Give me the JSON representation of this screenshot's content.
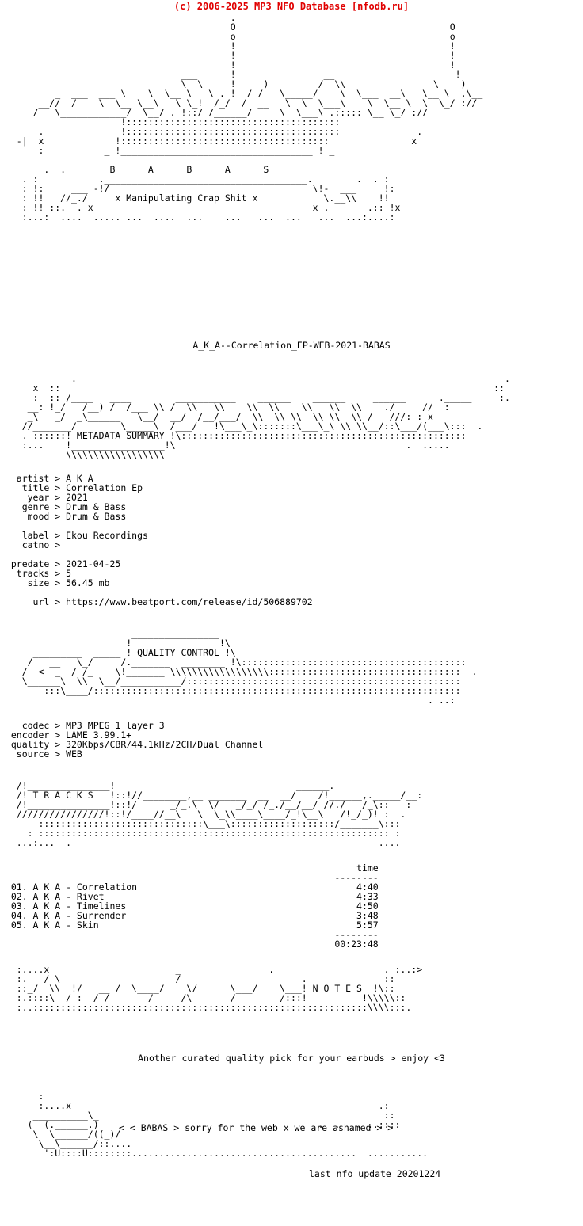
{
  "header": {
    "copyright": "(c) 2006-2025 MP3 NFO Database [nfodb.ru]",
    "color": "#e00000"
  },
  "logo": {
    "group_letters": "B A B A S",
    "tagline": "x Manipulating Crap Shit x",
    "ascii": "                                          .\n                                          O                                       O\n                                          o                                       o\n                                          !                                       !\n                                          !                                       !\n                                          !                                       !\n                                 ___      !                __                      !\n                           ____  \\  \\___  !___  )__       /  \\\\__        ____  \\___ )_\n          _  ___  ___ \\    \\  \\__ \\   \\ . !  / /   \\_____/    \\  \\___  __\\   \\__ \\  .\\__\n       __//  /    \\  \\__ \\__\\   \\ \\_!  /_/  /  __   \\  \\  \\___\\    \\  \\__ \\  \\  \\_/ ://\n      /   \\____________/  \\__/ . !::/ /______/     \\  \\___\\ .::::: \\__ \\_/ ://\n                      !:::::::::::::::::::::::::::::::::::::::\n       .              !:::::::::::::::::::::::::::::::::::::::              .\n   -|  x             !::::::::::::::::::::::::::::::::::::::               x\n       :           _ !___________________________________ ! _\n\n        .  .        B      A      B      A      S\n    . :           ._____________________________________.        .  . :\n    : !:     ___ -!/                                     \\!-  ___     !:\n    : !!   //_./     x Manipulating Crap Shit x            \\.__\\\\    !!\n    : !! ::.  . x                                        x .       .:: !x\n    :...:  ....  ..... ...  ....  ...    ...   ...  ...   ...  ...:....:"
  },
  "release": {
    "dirname": "A_K_A--Correlation_EP-WEB-2021-BABAS"
  },
  "sections": {
    "metadata_label": "METADATA SUMMARY",
    "quality_label": "QUALITY CONTROL",
    "tracks_label": "T R A C K S",
    "notes_label": "N O T E S"
  },
  "metadata": {
    "fields": [
      {
        "label": "artist",
        "value": "A K A"
      },
      {
        "label": "title",
        "value": "Correlation Ep"
      },
      {
        "label": "year",
        "value": "2021"
      },
      {
        "label": "genre",
        "value": "Drum & Bass"
      },
      {
        "label": "mood",
        "value": "Drum & Bass"
      },
      {
        "label": "label",
        "value": "Ekou Recordings"
      },
      {
        "label": "catno",
        "value": ""
      },
      {
        "label": "predate",
        "value": "2021-04-25"
      },
      {
        "label": "tracks",
        "value": "5"
      },
      {
        "label": "size",
        "value": "56.45 mb"
      },
      {
        "label": "url",
        "value": "https://www.beatport.com/release/id/506889702"
      }
    ],
    "block": "   artist > A K A\n    title > Correlation Ep\n     year > 2021\n    genre > Drum & Bass\n     mood > Drum & Bass\n\n    label > Ekou Recordings\n    catno >\n\n  predate > 2021-04-25\n   tracks > 5\n     size > 56.45 mb\n\n      url > https://www.beatport.com/release/id/506889702"
  },
  "quality": {
    "fields": [
      {
        "label": "codec",
        "value": "MP3 MPEG 1 layer 3"
      },
      {
        "label": "encoder",
        "value": "LAME 3.99.1+"
      },
      {
        "label": "quality",
        "value": "320Kbps/CBR/44.1kHz/2CH/Dual Channel"
      },
      {
        "label": "source",
        "value": "WEB"
      }
    ],
    "block": "    codec > MP3 MPEG 1 layer 3\n  encoder > LAME 3.99.1+\n  quality > 320Kbps/CBR/44.1kHz/2CH/Dual Channel\n   source > WEB"
  },
  "tracks": {
    "time_header": "time",
    "items": [
      {
        "num": "01.",
        "name": "A K A - Correlation",
        "time": "4:40"
      },
      {
        "num": "02.",
        "name": "A K A - Rivet",
        "time": "4:33"
      },
      {
        "num": "03.",
        "name": "A K A - Timelines",
        "time": "4:50"
      },
      {
        "num": "04.",
        "name": "A K A - Surrender",
        "time": "3:48"
      },
      {
        "num": "05.",
        "name": "A K A - Skin",
        "time": "5:57"
      }
    ],
    "total": "00:23:48",
    "block": "                                                                 time\n                                                             --------\n  01. A K A - Correlation                                        4:40\n  02. A K A - Rivet                                              4:33\n  03. A K A - Timelines                                          4:50\n  04. A K A - Surrender                                          3:48\n  05. A K A - Skin                                               5:57\n                                                             --------\n                                                             00:23:48"
  },
  "notes": {
    "text": "Another curated quality pick for your earbuds > enjoy <3"
  },
  "footer": {
    "greet": "< < BABAS > sorry for the web x we are ashamed > >",
    "last_update": "last nfo update 20201224"
  },
  "ascii": {
    "metadata_banner": "             .                                                                              .\n      x  ::                                                                               ::\n      :  :: /____   ____        ___________    ______    ______     ______      ._____     :.\n     __: !_/   /__) /  /___ \\\\ /  \\\\   \\\\    \\\\  \\\\    \\\\   \\\\  \\\\    ./     //  :\n     _\\   _/  _\\______   \\__/  __/  /__/___/  \\\\  \\\\ \\\\  \\\\ \\\\  \\\\ /   ///: : x\n    //_______/        \\_____\\  /___/   !\\___\\_\\:::::::\\___\\_\\ \\\\ \\\\__/::\\___/(___\\:::  .\n    . ::::::! METADATA SUMMARY !\\::::::::::::::::::::::::::::::::::::::::::::::::::::\n    :...    !_________________!\\                                          .  .....\n            \\\\\\\\\\\\\\\\\\\\\\\\\\\\\\\\\\\\",
    "quality_banner": "                        ________________\n                       !                !\\\n      _________  _____ ! QUALITY CONTROL !\\\n     /   __   \\_/     /._______  ________ !\\:::::::::::::::::::::::::::::::::::::::::\n    /  <  _  / /_    \\!_______ \\\\\\\\\\\\\\\\\\\\\\\\\\\\\\\\\\\\:::::::::::::::::::::::::::::::::::  .\n    \\______\\  \\\\  \\__/___________/::::::::::::::::::::::::::::::::::::::::::::::::::\n        :::\\____/:::::::::::::::::::::::::::::::::::::::::::::::::::::::::::::::::::\n                                                                              . ..:",
    "tracks_banner": "   /!_______________!                                 ______.\n   /! T R A C K S   !::!//________,__ _______  __  __/    /!______,._____/__:\n   /!_______________!::!/      _/_.\\  \\/   _/_/ /_./__/__/ //./   /_\\::   :\n   ////////////////!::!/____//__\\   \\  \\_\\\\____\\____/_!\\__\\   /!_/_)! :  .\n       ::::::::::::::::::::::::::::::\\___\\:::::::::::::::::::/_______\\:::\n     : :::::::::::::::::::::::::::::::::::::::::::::::::::::::::::::::: :\n   ...:...  .                                                        ....",
    "notes_banner": "   :....x                       _                .                    . :..:>\n   :.  _/_\\___        __      __/_  ______     ____    ._________     ::\n   ::_/  \\\\  !/   __ /  \\____/    \\/      \\___/    \\___! N O T E S  !\\::\n   :.::::\\__/_:__/_/_______/_____/\\_______/________/:::!__________!\\\\\\\\\\::\n   :..:::::::::::::::::::::::::::::::::::::::::::::::::::::::::::::\\\\\\\\:::.",
    "footer_art": "       :\n       :....x                                                        .:\n      __________\\_                                                    ::\n     (  (.______.)                                        .  .   . ..::::\n      \\  \\______/((_)/\n       \\__\\______/::....\n        ':U::::U::::::::.........................................  ..........."
  }
}
